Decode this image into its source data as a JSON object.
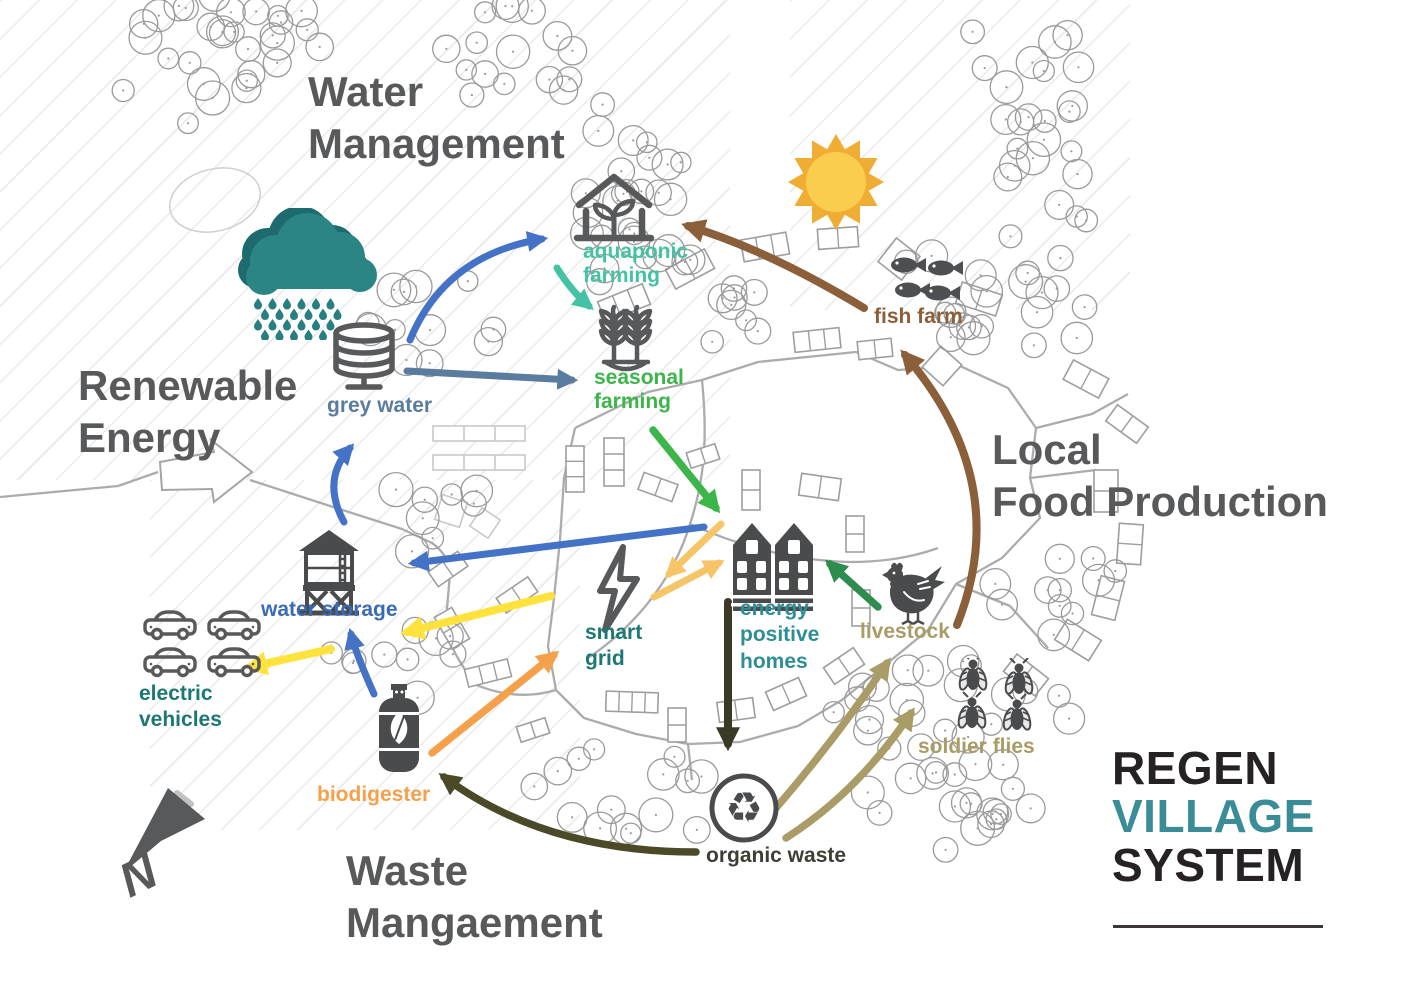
{
  "titles": {
    "water": [
      "Water",
      "Management"
    ],
    "renewable": [
      "Renewable",
      "Energy"
    ],
    "food": [
      "Local",
      "Food Production"
    ],
    "waste": [
      "Waste",
      "Mangaement"
    ]
  },
  "logo": {
    "line1": "REGEN",
    "line2": "VILLAGE",
    "line3": "SYSTEM",
    "color_dark": "#262223",
    "color_accent": "#3A8D96"
  },
  "compass": {
    "label": "N"
  },
  "palette": {
    "title_gray": "#58595B",
    "map_line_gray": "#ACACAC",
    "icon_dark_gray": "#4A4B4D",
    "arrow_blue": "#4472C6",
    "arrow_steel": "#5A7C9E",
    "arrow_teal": "#44C3A4",
    "arrow_green": "#3CB54A",
    "arrow_dark_green": "#2F8C4F",
    "arrow_yellow": "#FFE23B",
    "arrow_gold": "#F7C568",
    "arrow_orange": "#F5A14C",
    "arrow_brown": "#8C5F3B",
    "arrow_tan": "#A99C67",
    "arrow_dark_olive": "#4A4A28",
    "arrow_black_olive": "#3B3A26",
    "sun_ray": "#F0AD33",
    "sun_disc": "#FBCD4F",
    "cloud_teal": "#2B8584",
    "cloud_dark_teal": "#1D6B6E"
  },
  "nodes": {
    "aquaponic_farming": {
      "label": "aquaponic farming",
      "color": "#44C3A4",
      "icon": "greenhouse-icon"
    },
    "seasonal_farming": {
      "label": "seasonal farming",
      "color": "#3CB54A",
      "icon": "wheat-icon"
    },
    "fish_farm": {
      "label": "fish farm",
      "color": "#8C5F3B",
      "icon": "fish-school-icon"
    },
    "grey_water": {
      "label": "grey water",
      "color": "#5A7C9E",
      "icon": "water-tank-icon"
    },
    "water_storage": {
      "label": "water storage",
      "color": "#3A6CB5",
      "icon": "water-tower-icon"
    },
    "smart_grid": {
      "label": "smart grid",
      "color": "#1D7874",
      "icon": "lightning-icon"
    },
    "energy_positive_homes": {
      "label": "energy positive homes",
      "color": "#2E8E96",
      "icon": "houses-icon"
    },
    "livestock": {
      "label": "livestock",
      "color": "#A99C67",
      "icon": "chicken-icon"
    },
    "electric_vehicles": {
      "label": "electric vehicles",
      "color": "#1D7874",
      "icon": "cars-icon"
    },
    "biodigester": {
      "label": "biodigester",
      "color": "#F5A14C",
      "icon": "biodigester-tank-icon"
    },
    "organic_waste": {
      "label": "organic waste",
      "color": "#3F3E35",
      "icon": "recycle-icon",
      "glyph": "♻"
    },
    "soldier_flies": {
      "label": "soldier flies",
      "color": "#A99C67",
      "icon": "flies-icon"
    },
    "sun": {
      "icon": "sun-icon"
    },
    "rain_cloud": {
      "icon": "rain-cloud-icon"
    }
  },
  "flows": [
    {
      "from": "rain cloud",
      "to": "aquaponic farming",
      "color": "#4472C6"
    },
    {
      "from": "aquaponic farming",
      "to": "seasonal farming",
      "color": "#44C3A4"
    },
    {
      "from": "grey water",
      "to": "seasonal farming",
      "color": "#5A7C9E"
    },
    {
      "from": "seasonal farming",
      "to": "energy positive homes",
      "color": "#3CB54A"
    },
    {
      "from": "energy positive homes",
      "to": "water storage",
      "color": "#4472C6"
    },
    {
      "from": "water storage",
      "to": "grey water",
      "color": "#4472C6"
    },
    {
      "from": "biodigester",
      "to": "water storage",
      "color": "#4472C6"
    },
    {
      "from": "smart grid",
      "to": "water storage",
      "color": "#FFE23B"
    },
    {
      "from": "smart grid",
      "to": "electric vehicles",
      "color": "#FFE23B"
    },
    {
      "from": "biodigester",
      "to": "smart grid",
      "color": "#F5A14C"
    },
    {
      "from": "energy positive homes",
      "to": "smart grid",
      "color": "#F7C568"
    },
    {
      "from": "smart grid",
      "to": "energy positive homes",
      "color": "#F7C568"
    },
    {
      "from": "livestock",
      "to": "energy positive homes",
      "color": "#2F8C4F"
    },
    {
      "from": "energy positive homes",
      "to": "organic waste",
      "color": "#3B3A26"
    },
    {
      "from": "organic waste",
      "to": "biodigester",
      "color": "#4A4A28"
    },
    {
      "from": "organic waste",
      "to": "livestock",
      "color": "#A99C67"
    },
    {
      "from": "organic waste",
      "to": "soldier flies",
      "color": "#A99C67"
    },
    {
      "from": "soldier flies",
      "to": "fish farm",
      "color": "#8C5F3B"
    },
    {
      "from": "fish farm",
      "to": "aquaponic farming",
      "color": "#8C5F3B"
    }
  ]
}
